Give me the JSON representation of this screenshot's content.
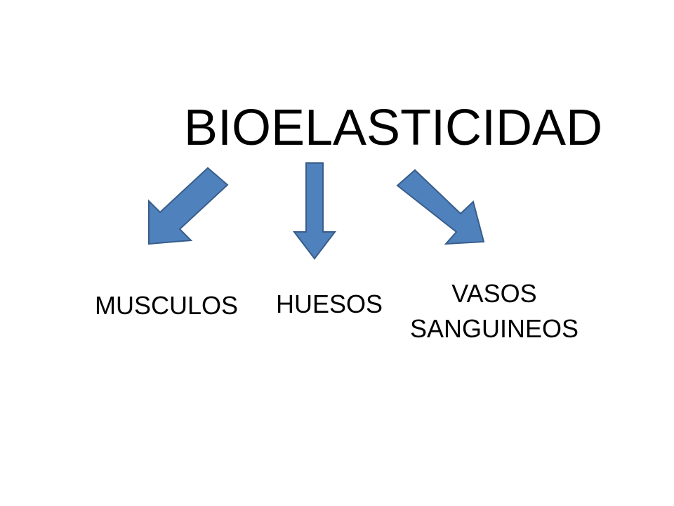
{
  "diagram": {
    "title": "BIOELASTICIDAD",
    "branches": [
      {
        "label": "MUSCULOS",
        "arrow_direction": "down-left"
      },
      {
        "label": "HUESOS",
        "arrow_direction": "down"
      },
      {
        "label_lines": [
          "VASOS",
          "SANGUINEOS"
        ],
        "arrow_direction": "down-right"
      }
    ]
  },
  "colors": {
    "arrow_fill": "#4F81BD",
    "arrow_stroke": "#385D8A",
    "text": "#000000",
    "background": "#FFFFFF"
  }
}
